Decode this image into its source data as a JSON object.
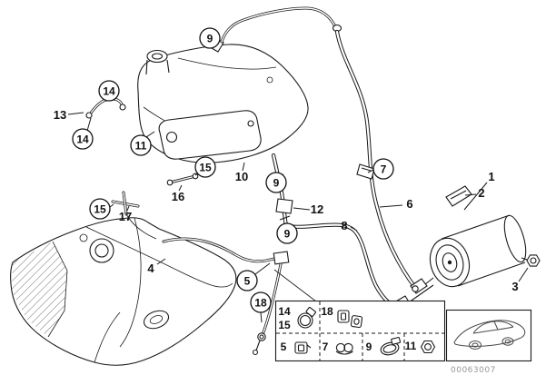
{
  "doc_number": "00063007",
  "colors": {
    "line": "#1a1a1a",
    "watermark": "#979797",
    "background": "#ffffff"
  },
  "callouts": {
    "circled": [
      {
        "label": "9"
      },
      {
        "label": "14"
      },
      {
        "label": "14"
      },
      {
        "label": "11"
      },
      {
        "label": "15"
      },
      {
        "label": "15"
      },
      {
        "label": "9"
      },
      {
        "label": "9"
      },
      {
        "label": "7"
      },
      {
        "label": "5"
      },
      {
        "label": "18"
      }
    ],
    "plain": [
      {
        "label": "13"
      },
      {
        "label": "16"
      },
      {
        "label": "17"
      },
      {
        "label": "10"
      },
      {
        "label": "12"
      },
      {
        "label": "4"
      },
      {
        "label": "6"
      },
      {
        "label": "8"
      },
      {
        "label": "1"
      },
      {
        "label": "2"
      },
      {
        "label": "3"
      }
    ]
  },
  "legend": {
    "items": [
      {
        "label": "14",
        "icon": "hose-clamp-icon"
      },
      {
        "label": "15",
        "icon": "hose-clamp-icon"
      },
      {
        "label": "18",
        "icon": "cable-clip-icon"
      },
      {
        "label": "5",
        "icon": "holder-clip-icon"
      },
      {
        "label": "7",
        "icon": "double-hose-clip-icon"
      },
      {
        "label": "9",
        "icon": "clamp-ring-icon"
      },
      {
        "label": "11",
        "icon": "hex-nut-icon"
      }
    ]
  }
}
